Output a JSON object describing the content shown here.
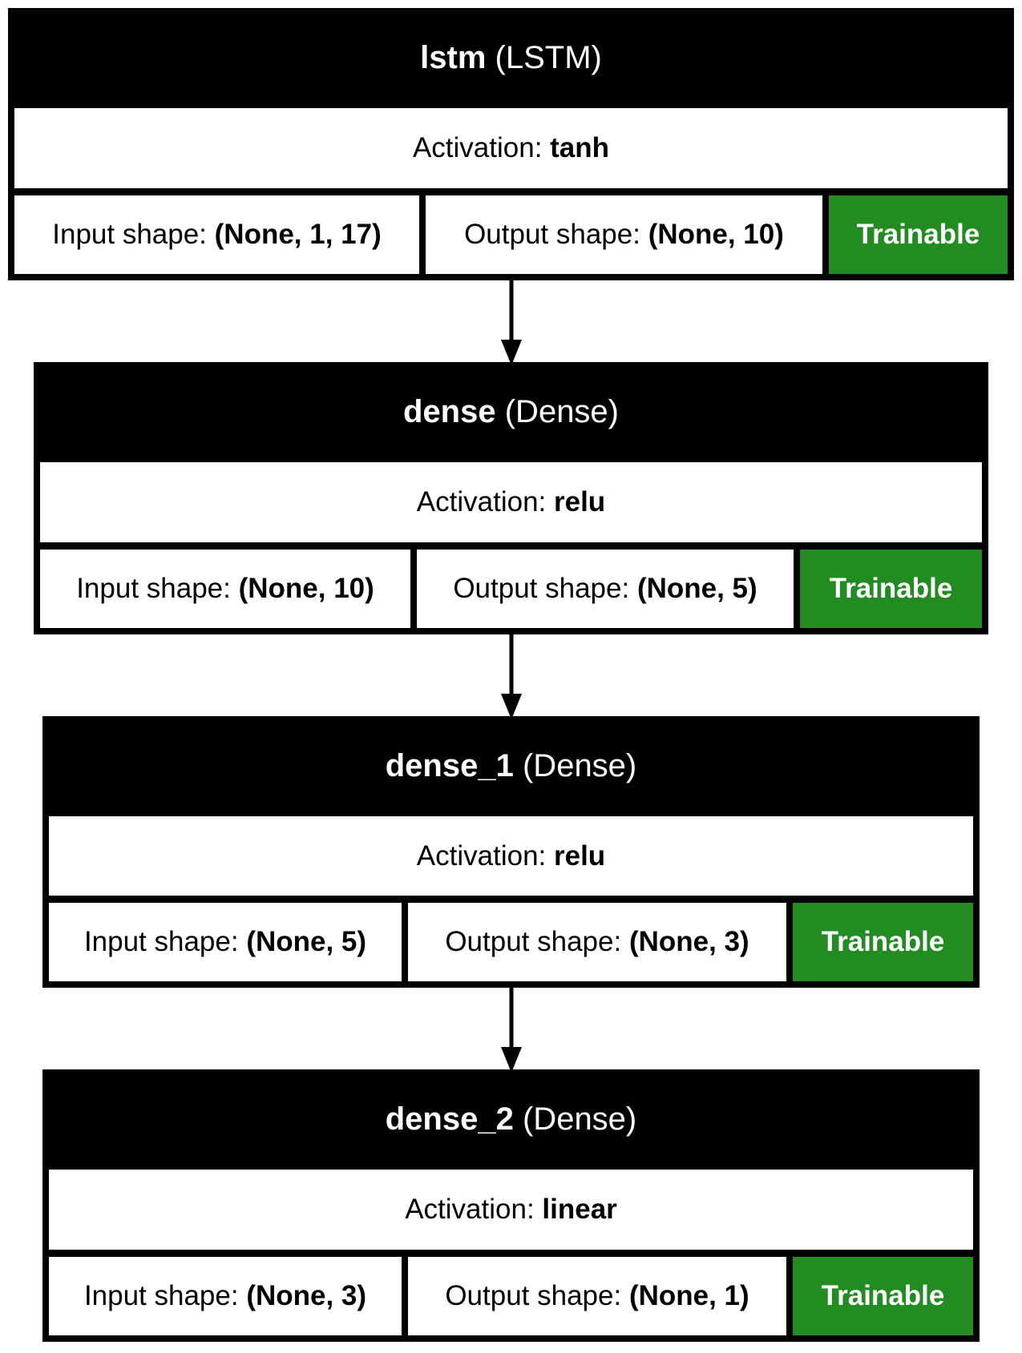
{
  "layers": [
    {
      "name": "lstm",
      "type": "(LSTM)",
      "activation_label": "Activation:",
      "activation": "tanh",
      "input_label": "Input shape:",
      "input_shape": "(None, 1, 17)",
      "output_label": "Output shape:",
      "output_shape": "(None, 10)",
      "status": "Trainable"
    },
    {
      "name": "dense",
      "type": "(Dense)",
      "activation_label": "Activation:",
      "activation": "relu",
      "input_label": "Input shape:",
      "input_shape": "(None, 10)",
      "output_label": "Output shape:",
      "output_shape": "(None, 5)",
      "status": "Trainable"
    },
    {
      "name": "dense_1",
      "type": "(Dense)",
      "activation_label": "Activation:",
      "activation": "relu",
      "input_label": "Input shape:",
      "input_shape": "(None, 5)",
      "output_label": "Output shape:",
      "output_shape": "(None, 3)",
      "status": "Trainable"
    },
    {
      "name": "dense_2",
      "type": "(Dense)",
      "activation_label": "Activation:",
      "activation": "linear",
      "input_label": "Input shape:",
      "input_shape": "(None, 3)",
      "output_label": "Output shape:",
      "output_shape": "(None, 1)",
      "status": "Trainable"
    }
  ],
  "colors": {
    "header_bg": "#000000",
    "cell_bg": "#ffffff",
    "trainable_bg": "#228B22"
  }
}
